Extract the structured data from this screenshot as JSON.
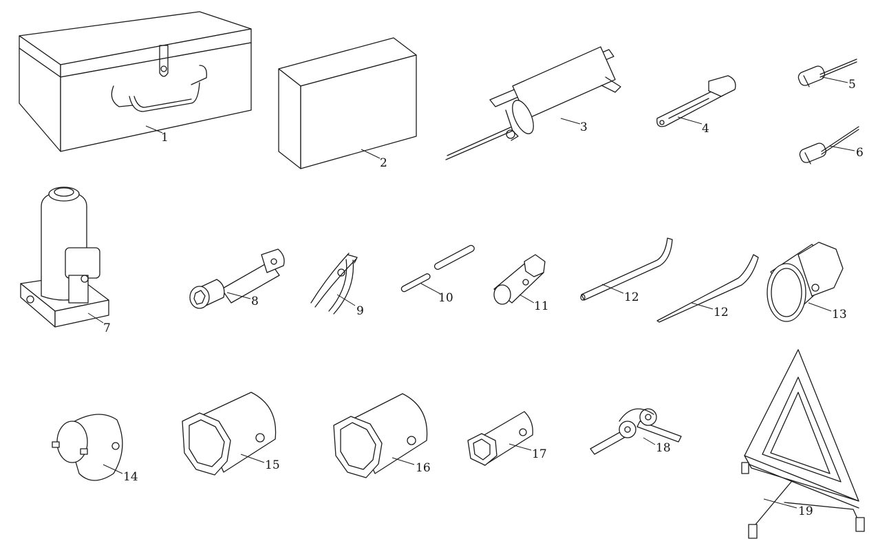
{
  "diagram": {
    "callouts": {
      "c1": "1",
      "c2": "2",
      "c3": "3",
      "c4": "4",
      "c5": "5",
      "c6": "6",
      "c7": "7",
      "c8": "8",
      "c9": "9",
      "c10": "10",
      "c11": "11",
      "c12a": "12",
      "c12b": "12",
      "c13": "13",
      "c14": "14",
      "c15": "15",
      "c16": "16",
      "c17": "17",
      "c18": "18",
      "c19": "19"
    }
  },
  "colors": {
    "line": "#1a1a1a",
    "background": "#ffffff"
  }
}
